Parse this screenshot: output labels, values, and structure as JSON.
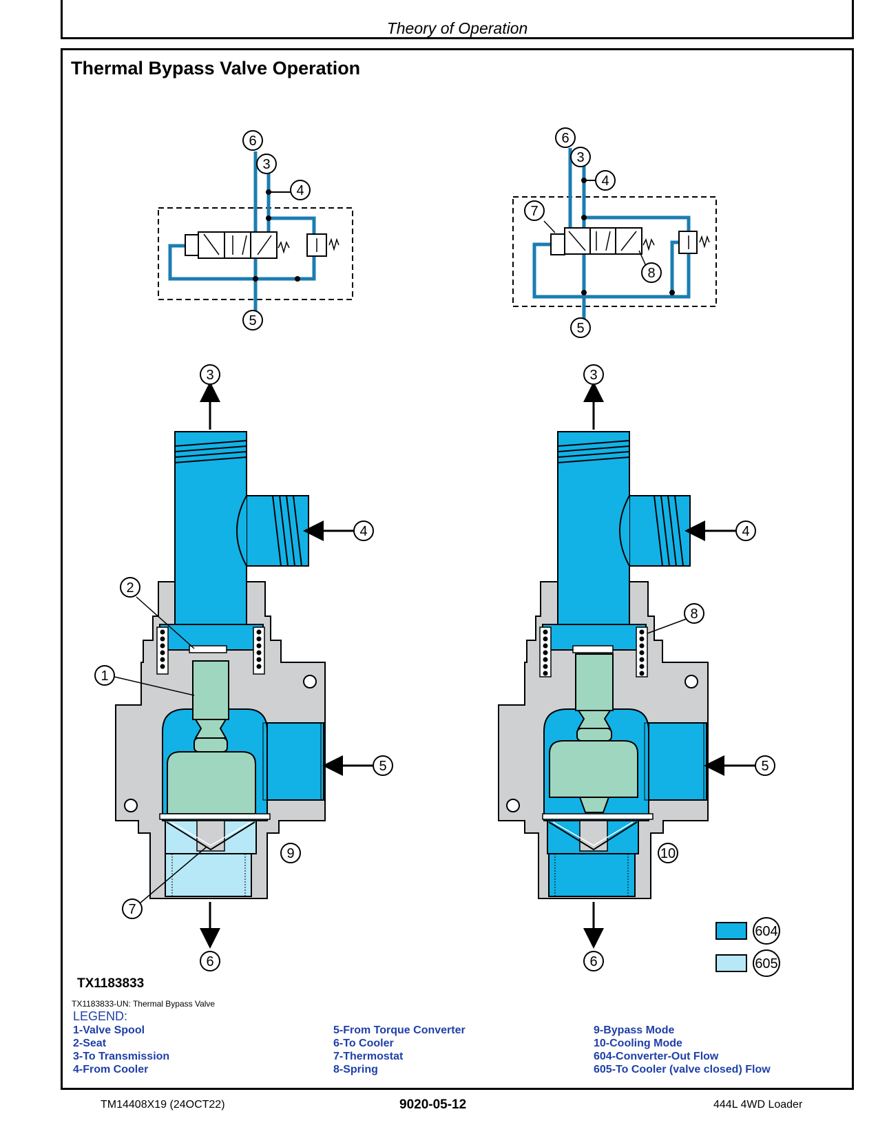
{
  "header": {
    "title": "Theory of Operation"
  },
  "section": {
    "title": "Thermal Bypass Valve Operation"
  },
  "figure": {
    "id": "TX1183833",
    "caption": "TX1183833-UN: Thermal Bypass Valve",
    "callouts": {
      "c1": "1",
      "c2": "2",
      "c3": "3",
      "c4": "4",
      "c5": "5",
      "c6": "6",
      "c7": "7",
      "c8": "8",
      "c9": "9",
      "c10": "10",
      "c604": "604",
      "c605": "605"
    },
    "colors": {
      "converter_out_flow": "#12b2e6",
      "to_cooler_flow": "#b7e8f7",
      "thermostat": "#9fd6c0",
      "housing": "#cfd0d2",
      "line": "#1f6e93"
    }
  },
  "legend": {
    "title": "LEGEND:",
    "col1": [
      "1-Valve Spool",
      "2-Seat",
      "3-To Transmission",
      "4-From Cooler"
    ],
    "col2": [
      "5-From Torque Converter",
      "6-To Cooler",
      "7-Thermostat",
      "8-Spring"
    ],
    "col3": [
      "9-Bypass Mode",
      "10-Cooling Mode",
      "604-Converter-Out Flow",
      "605-To Cooler (valve closed) Flow"
    ]
  },
  "footer": {
    "left": "TM14408X19 (24OCT22)",
    "center": "9020-05-12",
    "right": "444L 4WD Loader"
  }
}
